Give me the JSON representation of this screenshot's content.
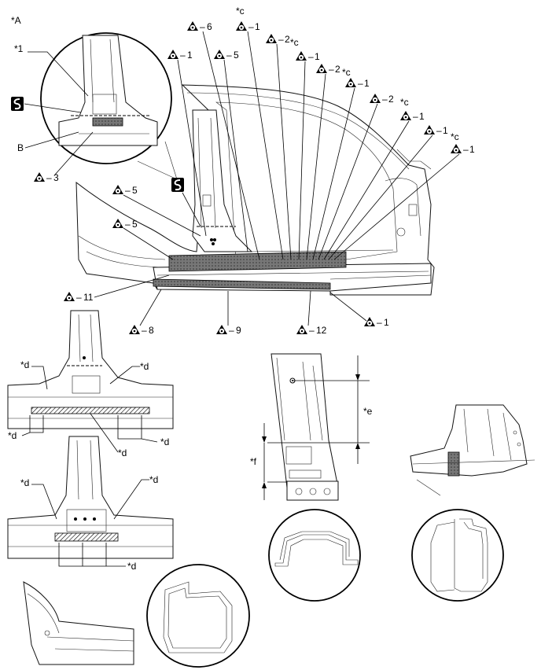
{
  "labels": {
    "view_a": "*A",
    "star1": "*1",
    "b": "B",
    "c": "*c",
    "d": "*d",
    "e": "*e",
    "f": "*f"
  },
  "callouts": {
    "n1": "1",
    "n2": "2",
    "n3": "3",
    "n5": "5",
    "n6": "6",
    "n8": "8",
    "n9": "9",
    "n11": "11",
    "n12": "12"
  },
  "icons": {
    "weld_symbol": "weld-point-icon",
    "sectioning_symbol": "sectioning-s-icon"
  }
}
